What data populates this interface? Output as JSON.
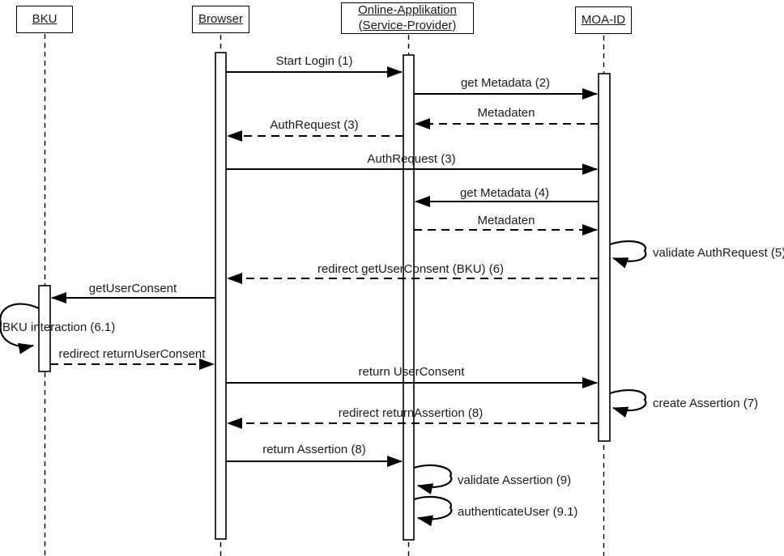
{
  "diagram": {
    "kind": "uml-sequence-diagram",
    "colors": {
      "background": "#ffffff",
      "line": "#000000",
      "text": "#1a1a1a"
    },
    "actors": [
      {
        "id": "bku",
        "label": "BKU"
      },
      {
        "id": "browser",
        "label": "Browser"
      },
      {
        "id": "online-applikation",
        "label": "Online-Applikation (Service-Provider)"
      },
      {
        "id": "moa-id",
        "label": "MOA-ID"
      }
    ],
    "messages": [
      {
        "label": "Start Login (1)",
        "from": "Browser",
        "to": "Online-Applikation (Service-Provider)",
        "type": "solid"
      },
      {
        "label": "get Metadata (2)",
        "from": "Online-Applikation (Service-Provider)",
        "to": "MOA-ID",
        "type": "solid"
      },
      {
        "label": "Metadaten",
        "from": "MOA-ID",
        "to": "Online-Applikation (Service-Provider)",
        "type": "dashed"
      },
      {
        "label": "AuthRequest (3)",
        "from": "Online-Applikation (Service-Provider)",
        "to": "Browser",
        "type": "dashed"
      },
      {
        "label": "AuthRequest (3)",
        "from": "Browser",
        "to": "MOA-ID",
        "type": "solid"
      },
      {
        "label": "get Metadata (4)",
        "from": "MOA-ID",
        "to": "Online-Applikation (Service-Provider)",
        "type": "solid"
      },
      {
        "label": "Metadaten",
        "from": "Online-Applikation (Service-Provider)",
        "to": "MOA-ID",
        "type": "dashed"
      },
      {
        "label": "validate AuthRequest (5)",
        "from": "MOA-ID",
        "to": "MOA-ID",
        "type": "self"
      },
      {
        "label": "redirect getUserConsent (BKU) (6)",
        "from": "MOA-ID",
        "to": "Browser",
        "type": "dashed"
      },
      {
        "label": "getUserConsent",
        "from": "Browser",
        "to": "BKU",
        "type": "solid"
      },
      {
        "label": "BKU interaction (6.1)",
        "from": "BKU",
        "to": "BKU",
        "type": "self"
      },
      {
        "label": "redirect returnUserConsent",
        "from": "BKU",
        "to": "Browser",
        "type": "dashed"
      },
      {
        "label": "return UserConsent",
        "from": "Browser",
        "to": "MOA-ID",
        "type": "solid"
      },
      {
        "label": "create Assertion (7)",
        "from": "MOA-ID",
        "to": "MOA-ID",
        "type": "self"
      },
      {
        "label": "redirect returnAssertion (8)",
        "from": "MOA-ID",
        "to": "Browser",
        "type": "dashed"
      },
      {
        "label": "return Assertion (8)",
        "from": "Browser",
        "to": "Online-Applikation (Service-Provider)",
        "type": "solid"
      },
      {
        "label": "validate Assertion (9)",
        "from": "Online-Applikation (Service-Provider)",
        "to": "Online-Applikation (Service-Provider)",
        "type": "self"
      },
      {
        "label": "authenticateUser (9.1)",
        "from": "Online-Applikation (Service-Provider)",
        "to": "Online-Applikation (Service-Provider)",
        "type": "self"
      }
    ]
  }
}
